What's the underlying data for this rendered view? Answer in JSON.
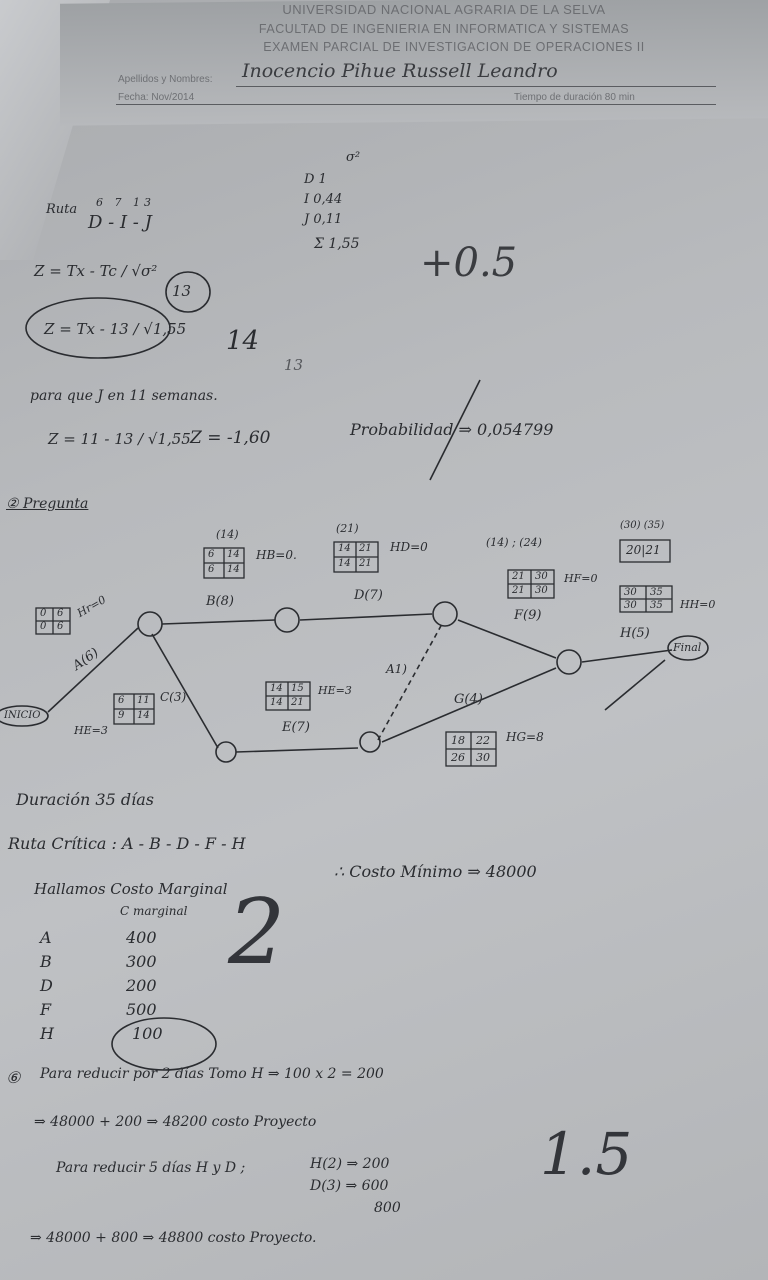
{
  "header": {
    "university": "UNIVERSIDAD NACIONAL AGRARIA DE LA SELVA",
    "faculty": "FACULTAD DE INGENIERIA EN INFORMATICA Y SISTEMAS",
    "exam": "EXAMEN PARCIAL DE INVESTIGACION DE OPERACIONES II",
    "name_label": "Apellidos y Nombres:",
    "name_value": "Inocencio Pihue Russell Leandro",
    "date_label": "Fecha: Nov/2014",
    "duration_label": "Tiempo de duración 80  min"
  },
  "part_a": {
    "ruta_label": "Ruta",
    "ruta_nums": "6    7    13",
    "ruta": "D - I - J",
    "var_header": "σ²",
    "var_rows": [
      "D   1",
      "I  0,44",
      "J  0,11"
    ],
    "var_sum": "Σ 1,55",
    "z_formula": "Z = Tx - Tc / √σ²",
    "z_sub": "Z = Tx - 13 / √1,55",
    "circle_13": "13",
    "note_14": "14",
    "note_13": "13",
    "para_que": "para que J en 11 semanas.",
    "z_calc": "Z = 11 - 13 / √1,55",
    "z_result": "Z = -1,60",
    "probabilidad": "Probabilidad ⇒ 0,054799",
    "grade_a": "+0.5"
  },
  "part_b": {
    "title": "② Pregunta",
    "nodes": {
      "inicio": "INICIO",
      "fin": "Final"
    },
    "activities": {
      "A": "A(6)",
      "B": "B(8)",
      "C": "C(3)",
      "D": "D(7)",
      "E": "E(7)",
      "F": "F(9)",
      "G": "G(4)",
      "H": "H(5)",
      "Adummy": "A1)"
    },
    "boxes": {
      "A": {
        "tl": "0",
        "tr": "6",
        "bl": "0",
        "br": "6",
        "h": "Hr=0"
      },
      "B": {
        "tl": "6",
        "tr": "14",
        "bl": "6",
        "br": "14",
        "h": "HB=0."
      },
      "C": {
        "tl": "6",
        "tr": "11",
        "bl": "9",
        "br": "14",
        "h": "HE=3"
      },
      "D": {
        "tl": "14",
        "tr": "21",
        "bl": "14",
        "br": "21",
        "h": "HD=0"
      },
      "E": {
        "tl": "14",
        "tr": "15",
        "bl": "14",
        "br": "21",
        "h": "HE=3"
      },
      "F": {
        "tl": "21",
        "tr": "30",
        "bl": "21",
        "br": "30",
        "h": "HF=0"
      },
      "G": {
        "tl": "18",
        "tr": "22",
        "bl": "26",
        "br": "30",
        "h": "HG=8"
      },
      "H": {
        "tl": "30",
        "tr": "35",
        "bl": "30",
        "br": "35",
        "h": "HH=0"
      }
    },
    "extra_labels": [
      "(14)",
      "(21)",
      "(14) ; (24)",
      "(30) (35)",
      "20|21"
    ],
    "duracion": "Duración   35 días",
    "ruta_critica": "Ruta Crítica :   A - B - D - F - H",
    "costo_minimo": "∴ Costo Mínimo ⇒ 48000",
    "hallamos": "Hallamos Costo Marginal",
    "cmarginal": "C marginal",
    "costs": [
      {
        "act": "A",
        "val": "400"
      },
      {
        "act": "B",
        "val": "300"
      },
      {
        "act": "D",
        "val": "200"
      },
      {
        "act": "F",
        "val": "500"
      },
      {
        "act": "H",
        "val": "100"
      }
    ],
    "grade_b": "2"
  },
  "part_c": {
    "num": "⑥",
    "line1": "Para reducir por 2 días  Tomo H ⇒ 100 x 2 = 200",
    "line2": "⇒ 48000 + 200 ⇒ 48200  costo Proyecto",
    "line3": "Para reducir 5 días  H y D ;",
    "h_cost": "H(2) ⇒  200",
    "d_cost": "D(3) ⇒  600",
    "sum": "800",
    "line4": "⇒ 48000 + 800 ⇒ 48800   costo Proyecto.",
    "grade_c": "1.5"
  }
}
